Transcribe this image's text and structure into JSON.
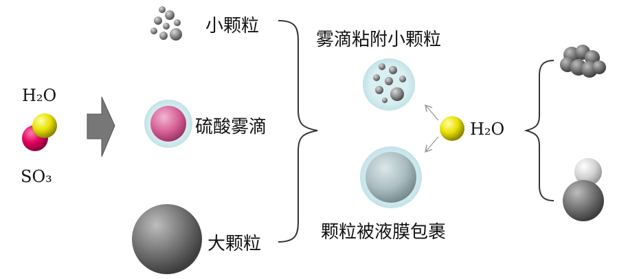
{
  "labels": {
    "h2o_left": "H₂O",
    "so3": "SO₃",
    "small_particles": "小颗粒",
    "sulfuric_acid_mist": "硫酸雾滴",
    "large_particles": "大颗粒",
    "mist_adheres_small": "雾滴粘附小颗粒",
    "particles_coated": "颗粒被液膜包裹",
    "h2o_right": "H₂O"
  },
  "colors": {
    "sulfur_yellow": "#e8e000",
    "so3_pink": "#e0005f",
    "mist_pink": "#d65f95",
    "halo": "#cfe9ee",
    "gray_particle": "#8a8a8a",
    "arrow_gray": "#6f6f6f"
  }
}
